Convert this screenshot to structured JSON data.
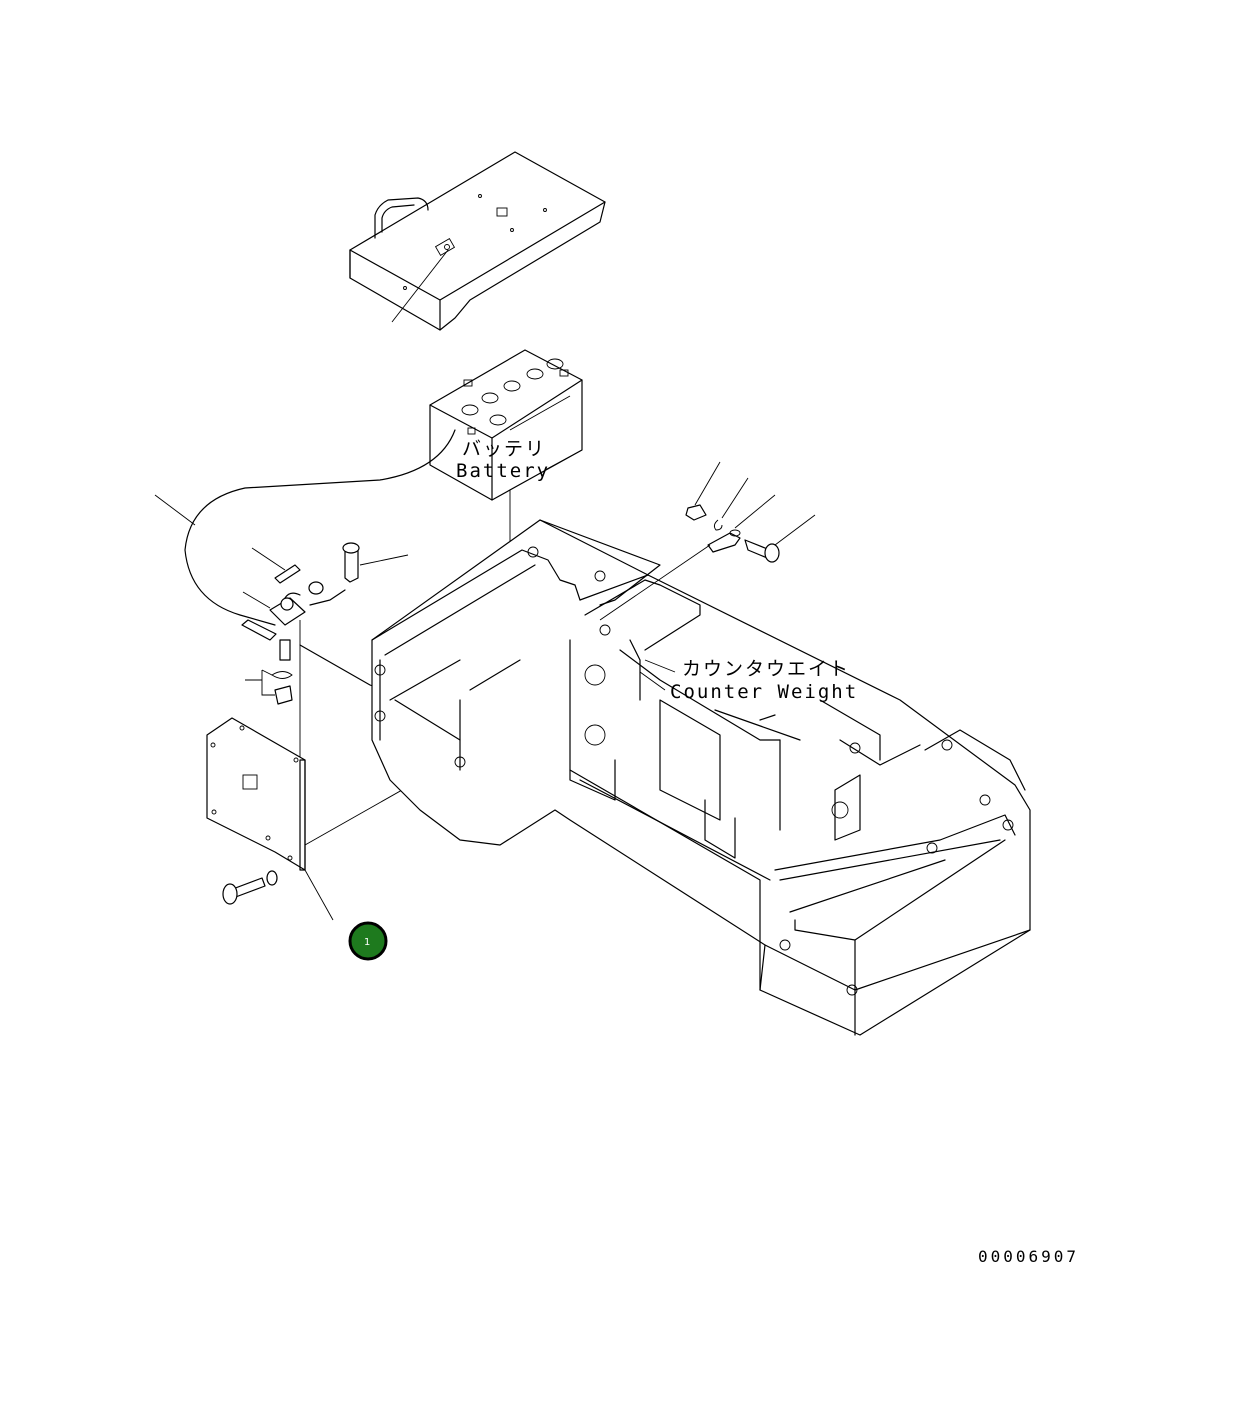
{
  "labels": {
    "battery_jp": "バッテリ",
    "battery_en": "Battery",
    "counterweight_jp": "カウンタウエイト",
    "counterweight_en": "Counter Weight"
  },
  "callouts": [
    {
      "number": "1",
      "color": "#1e7a1e"
    }
  ],
  "drawing_number": "00006907"
}
